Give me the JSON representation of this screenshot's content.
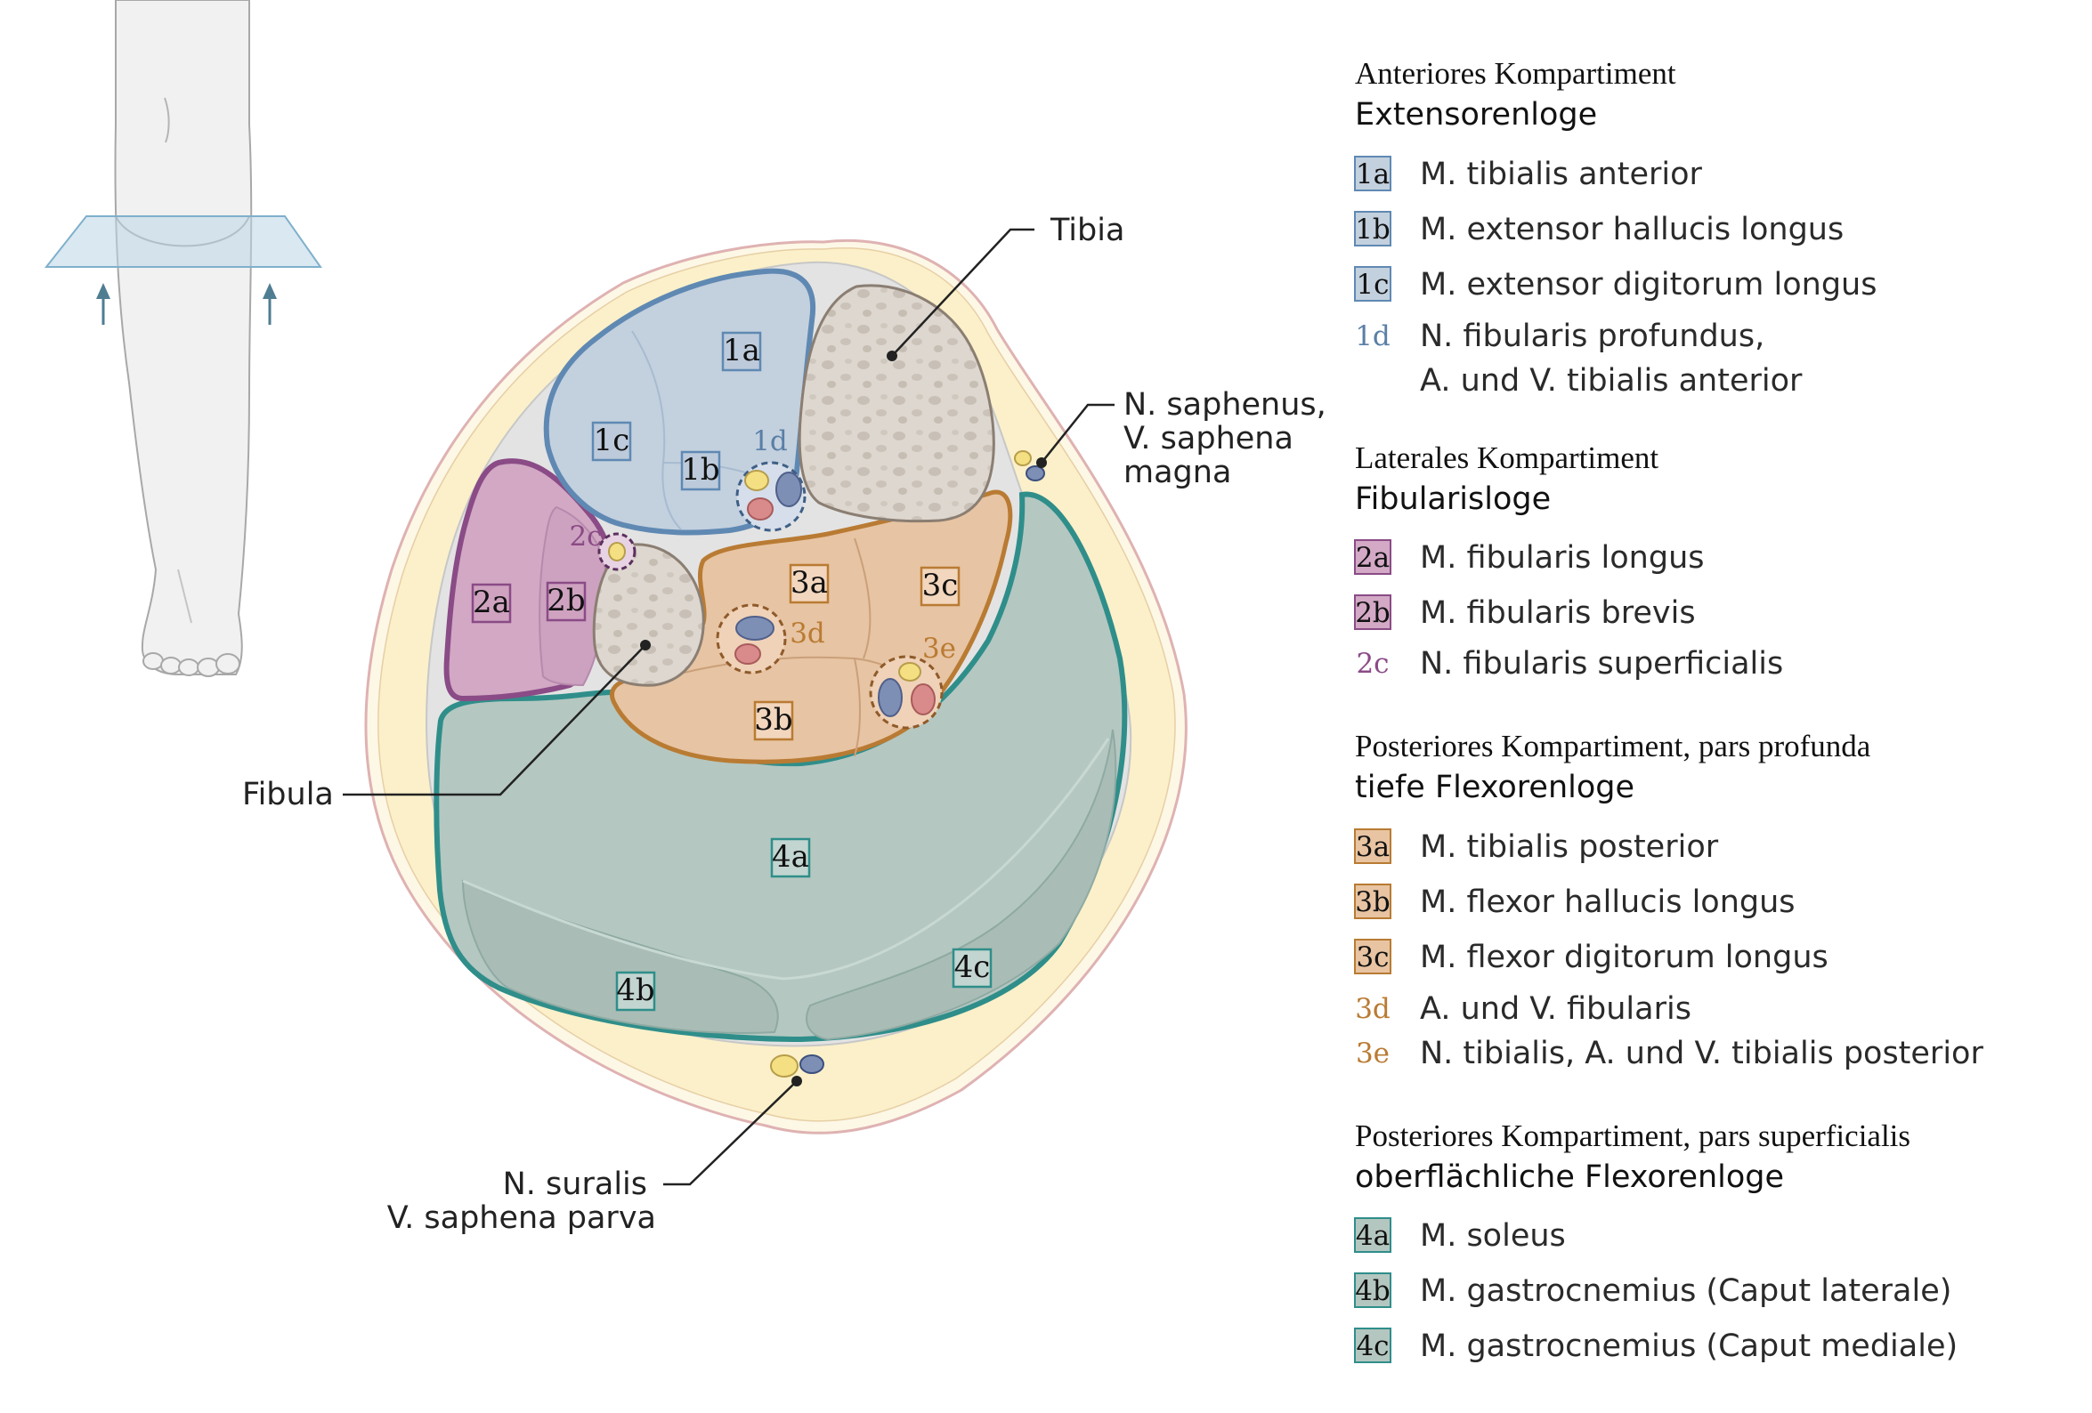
{
  "colors": {
    "anterior": "#c3d0de",
    "anterior_stroke": "#5f89b3",
    "lateral": "#d3a9c6",
    "lateral_stroke": "#8a4b86",
    "deep_posterior": "#e8c4a2",
    "deep_posterior_stroke": "#b97b33",
    "superficial_posterior": "#b4c6c0",
    "superficial_posterior_stroke": "#2f8e8a",
    "bone": "#ddd7d0",
    "fat": "#fbf1cc",
    "skin": "#e9c4c4",
    "nerve": "#f4e083",
    "artery": "#d98b8b",
    "vein": "#7e8fb6",
    "code_1d": "#5a7fa6",
    "code_2c": "#8a4b86",
    "code_3de": "#b97b33"
  },
  "diagram": {
    "labels": {
      "tibia": "Tibia",
      "fibula": "Fibula",
      "saphenus_line1": "N. saphenus,",
      "saphenus_line2": "V. saphena",
      "saphenus_line3": "magna",
      "suralis_line1": "N. suralis",
      "suralis_line2": "V. saphena parva"
    },
    "region_codes": {
      "r1a": "1a",
      "r1b": "1b",
      "r1c": "1c",
      "r1d": "1d",
      "r2a": "2a",
      "r2b": "2b",
      "r2c": "2c",
      "r3a": "3a",
      "r3b": "3b",
      "r3c": "3c",
      "r3d": "3d",
      "r3e": "3e",
      "r4a": "4a",
      "r4b": "4b",
      "r4c": "4c"
    }
  },
  "legend": {
    "anterior": {
      "title": "Anteriores Kompartiment",
      "subtitle": "Extensorenloge",
      "items": [
        {
          "code": "1a",
          "text": "M. tibialis anterior"
        },
        {
          "code": "1b",
          "text": "M. extensor hallucis longus"
        },
        {
          "code": "1c",
          "text": "M. extensor digitorum longus"
        },
        {
          "code": "1d",
          "text": "N. fibularis profundus,",
          "text2": "A. und V. tibialis anterior"
        }
      ]
    },
    "lateral": {
      "title": "Laterales Kompartiment",
      "subtitle": "Fibularisloge",
      "items": [
        {
          "code": "2a",
          "text": "M. fibularis longus"
        },
        {
          "code": "2b",
          "text": "M. fibularis brevis"
        },
        {
          "code": "2c",
          "text": "N. fibularis superficialis"
        }
      ]
    },
    "deep": {
      "title": "Posteriores Kompartiment, pars profunda",
      "subtitle": "tiefe Flexorenloge",
      "items": [
        {
          "code": "3a",
          "text": "M. tibialis posterior"
        },
        {
          "code": "3b",
          "text": "M. flexor hallucis longus"
        },
        {
          "code": "3c",
          "text": "M. flexor digitorum longus"
        },
        {
          "code": "3d",
          "text": "A. und V. fibularis"
        },
        {
          "code": "3e",
          "text": "N. tibialis, A. und V. tibialis posterior"
        }
      ]
    },
    "superficial": {
      "title": "Posteriores Kompartiment, pars superficialis",
      "subtitle": "oberflächliche Flexorenloge",
      "items": [
        {
          "code": "4a",
          "text": "M. soleus"
        },
        {
          "code": "4b",
          "text": "M. gastrocnemius (Caput laterale)"
        },
        {
          "code": "4c",
          "text": "M. gastrocnemius (Caput mediale)"
        }
      ]
    }
  }
}
